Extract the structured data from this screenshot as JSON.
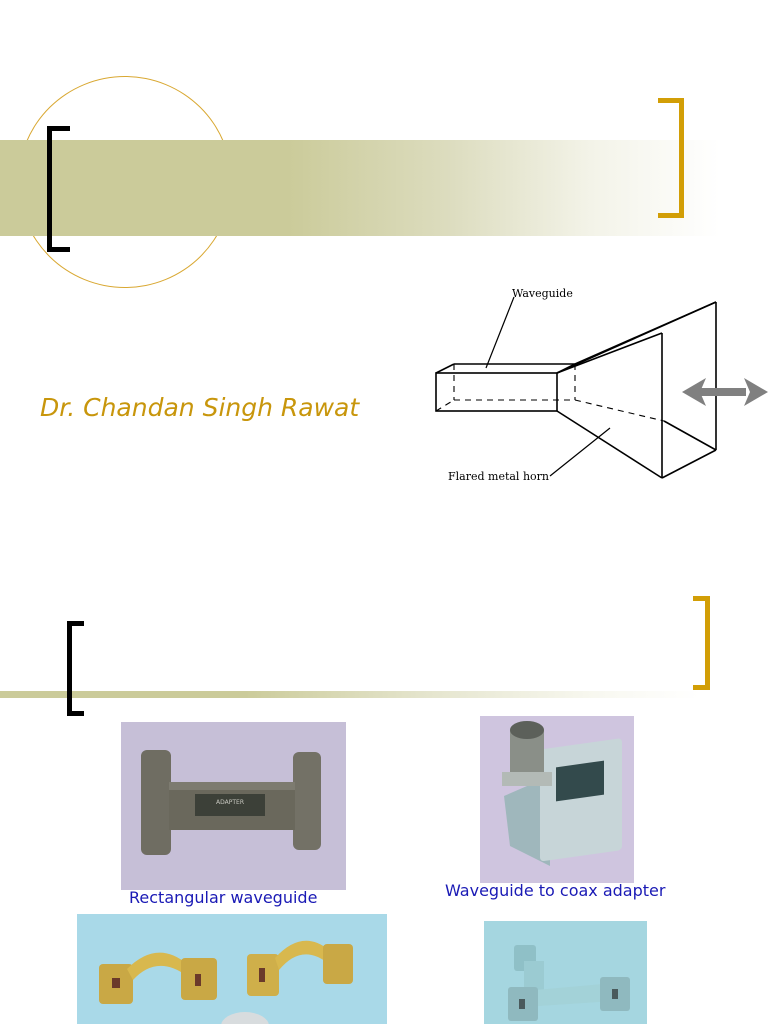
{
  "slide1": {
    "author": "Dr. Chandan Singh Rawat",
    "diagram": {
      "label_waveguide": "Waveguide",
      "label_horn": "Flared metal horn",
      "arrow_icon": "double-arrow-icon"
    }
  },
  "slide2": {
    "photos": [
      {
        "caption": "Rectangular waveguide",
        "subject": "rectangular waveguide adapter photo"
      },
      {
        "caption": "Waveguide to coax adapter",
        "subject": "waveguide to coax adapter photo"
      },
      {
        "caption": "",
        "subject": "gold waveguide bends photo"
      },
      {
        "caption": "",
        "subject": "waveguide tee junction photo"
      }
    ]
  },
  "colors": {
    "band": "#cbcb9a",
    "accent_gold": "#d29e06",
    "author_text": "#c8960c",
    "caption_text": "#1a1ab5",
    "bracket_left": "#000000"
  }
}
